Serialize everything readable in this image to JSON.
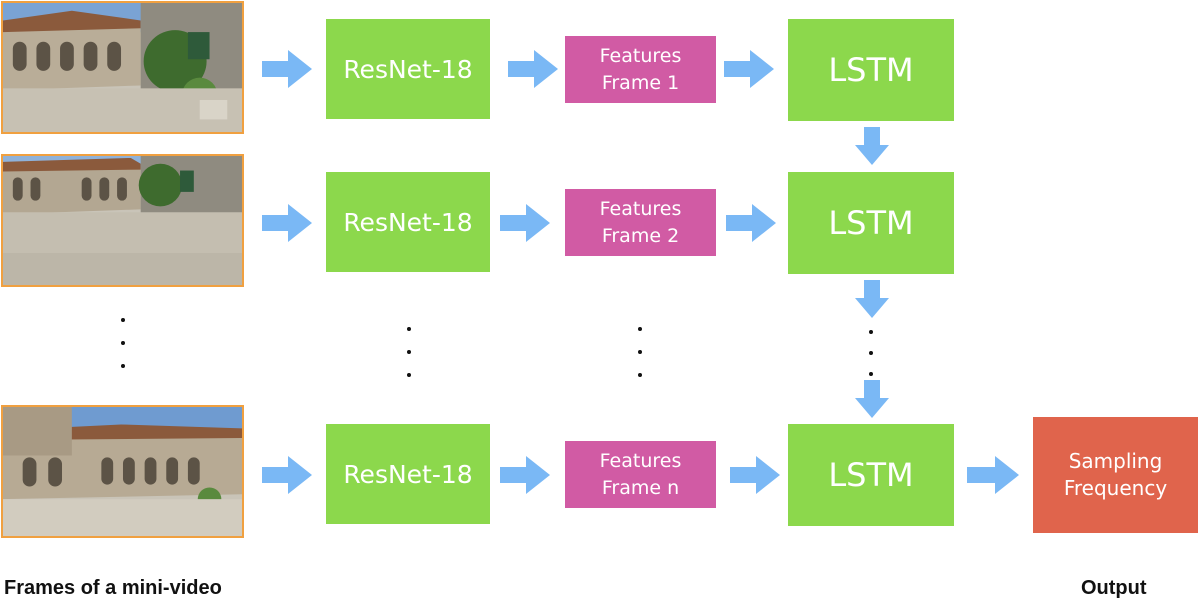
{
  "diagram": {
    "rows": [
      {
        "backbone": "ResNet-18",
        "features": [
          "Features",
          "Frame 1"
        ],
        "recurrent": "LSTM"
      },
      {
        "backbone": "ResNet-18",
        "features": [
          "Features",
          "Frame 2"
        ],
        "recurrent": "LSTM"
      },
      {
        "backbone": "ResNet-18",
        "features": [
          "Features",
          "Frame n"
        ],
        "recurrent": "LSTM"
      }
    ],
    "output_box": [
      "Sampling",
      "Frequency"
    ],
    "labels": {
      "frames": "Frames of a mini-video",
      "output": "Output"
    },
    "colors": {
      "resnet": "#8cd84c",
      "lstm": "#8cd84c",
      "features": "#d15ba4",
      "output": "#e0644c",
      "arrow": "#7ab8f5",
      "frame_border": "#f0a040"
    }
  }
}
